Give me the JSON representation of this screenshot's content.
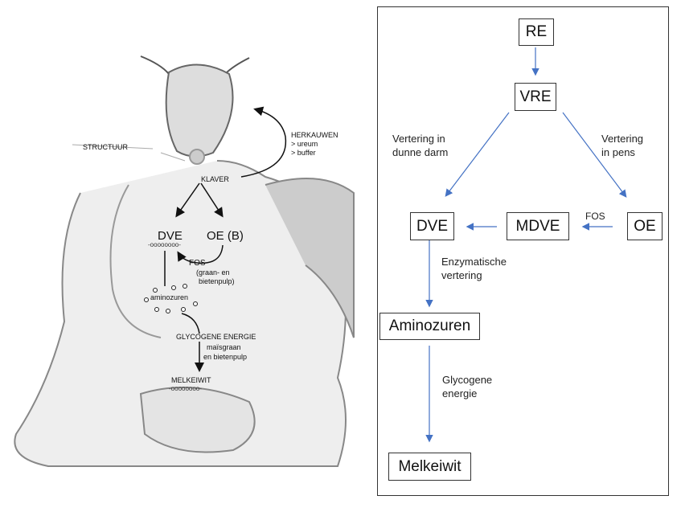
{
  "illustration": {
    "labels": {
      "structuur": "STRUCTUUR",
      "herkauwen": "HERKAUWEN",
      "ureum": "> ureum",
      "buffer": "> buffer",
      "klaver": "KLAVER",
      "dve": "DVE",
      "oe_b": "OE (B)",
      "fos": "FOS",
      "graan": "(graan- en",
      "bietenpulp": "bietenpulp)",
      "aminozuren": "aminozuren",
      "glycogene": "GLYCOGENE ENERGIE",
      "maisgraan": "maïsgraan",
      "en_bietenpulp": "en bietenpulp",
      "melkeiwit": "MELKEIWIT"
    }
  },
  "flowchart": {
    "arrow_color": "#4472C4",
    "nodes": {
      "re": "RE",
      "vre": "VRE",
      "dve": "DVE",
      "mdve": "MDVE",
      "oe": "OE",
      "aminozuren": "Aminozuren",
      "melkeiwit": "Melkeiwit"
    },
    "edge_labels": {
      "dunne_darm_1": "Vertering in",
      "dunne_darm_2": "dunne darm",
      "pens_1": "Vertering",
      "pens_2": "in pens",
      "fos": "FOS",
      "enzym_1": "Enzymatische",
      "enzym_2": "vertering",
      "glyco_1": "Glycogene",
      "glyco_2": "energie"
    }
  }
}
